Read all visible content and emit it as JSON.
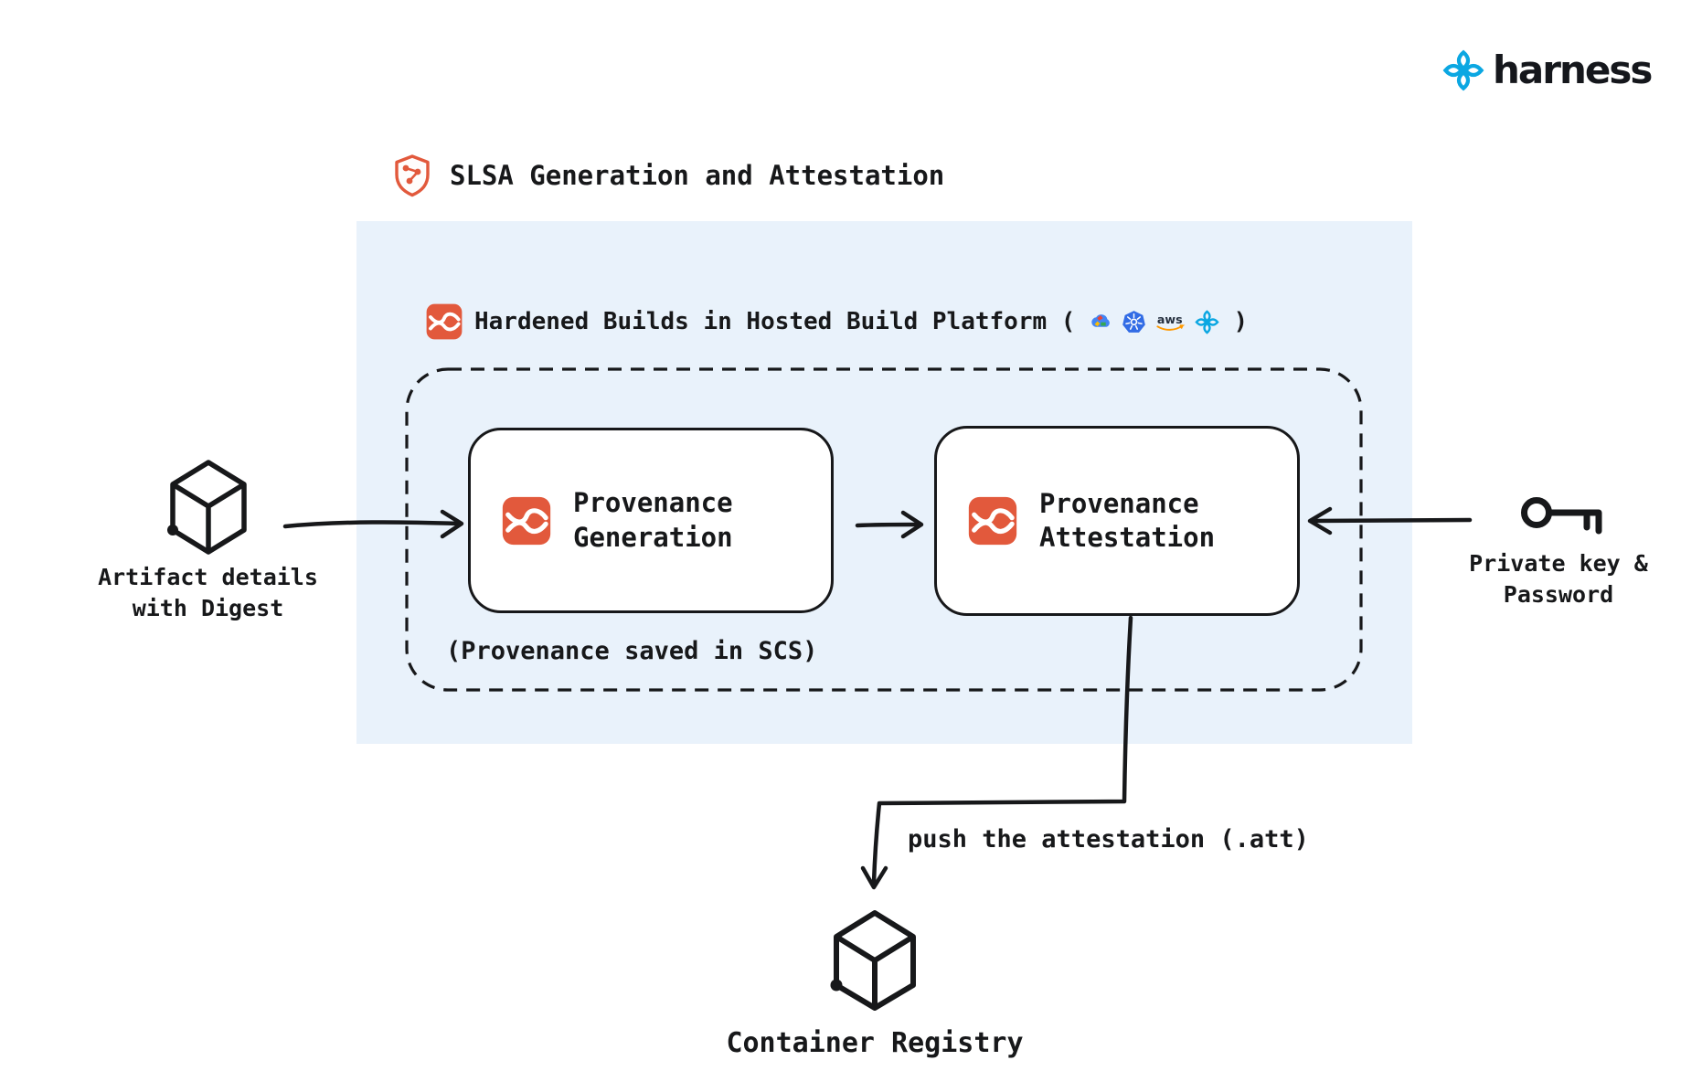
{
  "brand": {
    "wordmark": "harness"
  },
  "title": {
    "label": "SLSA Generation and Attestation"
  },
  "platform": {
    "header_prefix": "Hardened Builds in Hosted Build Platform (",
    "header_suffix": ")",
    "providers": [
      "google-cloud",
      "kubernetes",
      "aws",
      "harness"
    ],
    "note": "(Provenance saved in SCS)"
  },
  "nodes": {
    "generation": {
      "line1": "Provenance",
      "line2": "Generation"
    },
    "attestation": {
      "line1": "Provenance",
      "line2": "Attestation"
    }
  },
  "inputs": {
    "artifact": {
      "line1": "Artifact details",
      "line2": "with Digest"
    },
    "credentials": {
      "line1": "Private key &",
      "line2": "Password"
    }
  },
  "flow": {
    "push_label": "push the attestation (.att)",
    "registry_label": "Container Registry"
  },
  "colors": {
    "accent_orange": "#e2593c",
    "brand_blue": "#0ba7e2",
    "panel_background": "#e9f2fb",
    "ink": "#17181a"
  }
}
